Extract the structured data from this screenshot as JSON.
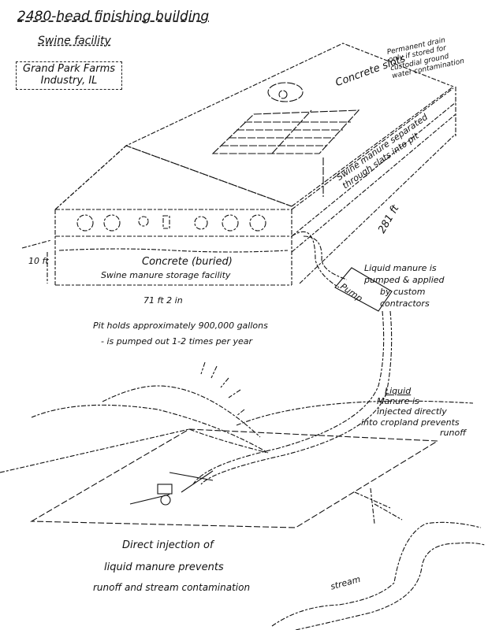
{
  "header": {
    "title": "2480-head finishing building",
    "subtitle": "Swine facility",
    "farm_name": "Grand Park Farms",
    "location": "Industry, IL"
  },
  "building_labels": {
    "concrete_slots": "Concrete slots",
    "manure_separation": "Swine manure separated through slats into pit",
    "length": "281 ft",
    "width": "71 ft 2 in",
    "depth": "10 ft",
    "pit_label_1": "Concrete (buried)",
    "pit_label_2": "Swine manure storage facility",
    "corner_note": "Permanent drain only if stored for custodial ground water contamination"
  },
  "pit_note": {
    "line1": "Pit holds approximately 900,000 gallons",
    "line2": "- is pumped out 1-2 times per year"
  },
  "pump": {
    "label": "Pump",
    "note_line1": "Liquid manure is",
    "note_line2": "pumped & applied",
    "note_line3": "by custom",
    "note_line4": "contractors"
  },
  "field": {
    "note_line1": "Liquid",
    "note_line2": "Manure is",
    "note_line3": "injected directly",
    "note_line4": "into cropland prevents",
    "note_line5": "runoff"
  },
  "bottom_note": {
    "line1": "Direct injection of",
    "line2": "liquid manure prevents",
    "line3": "runoff and stream contamination"
  },
  "stream_label": "stream"
}
